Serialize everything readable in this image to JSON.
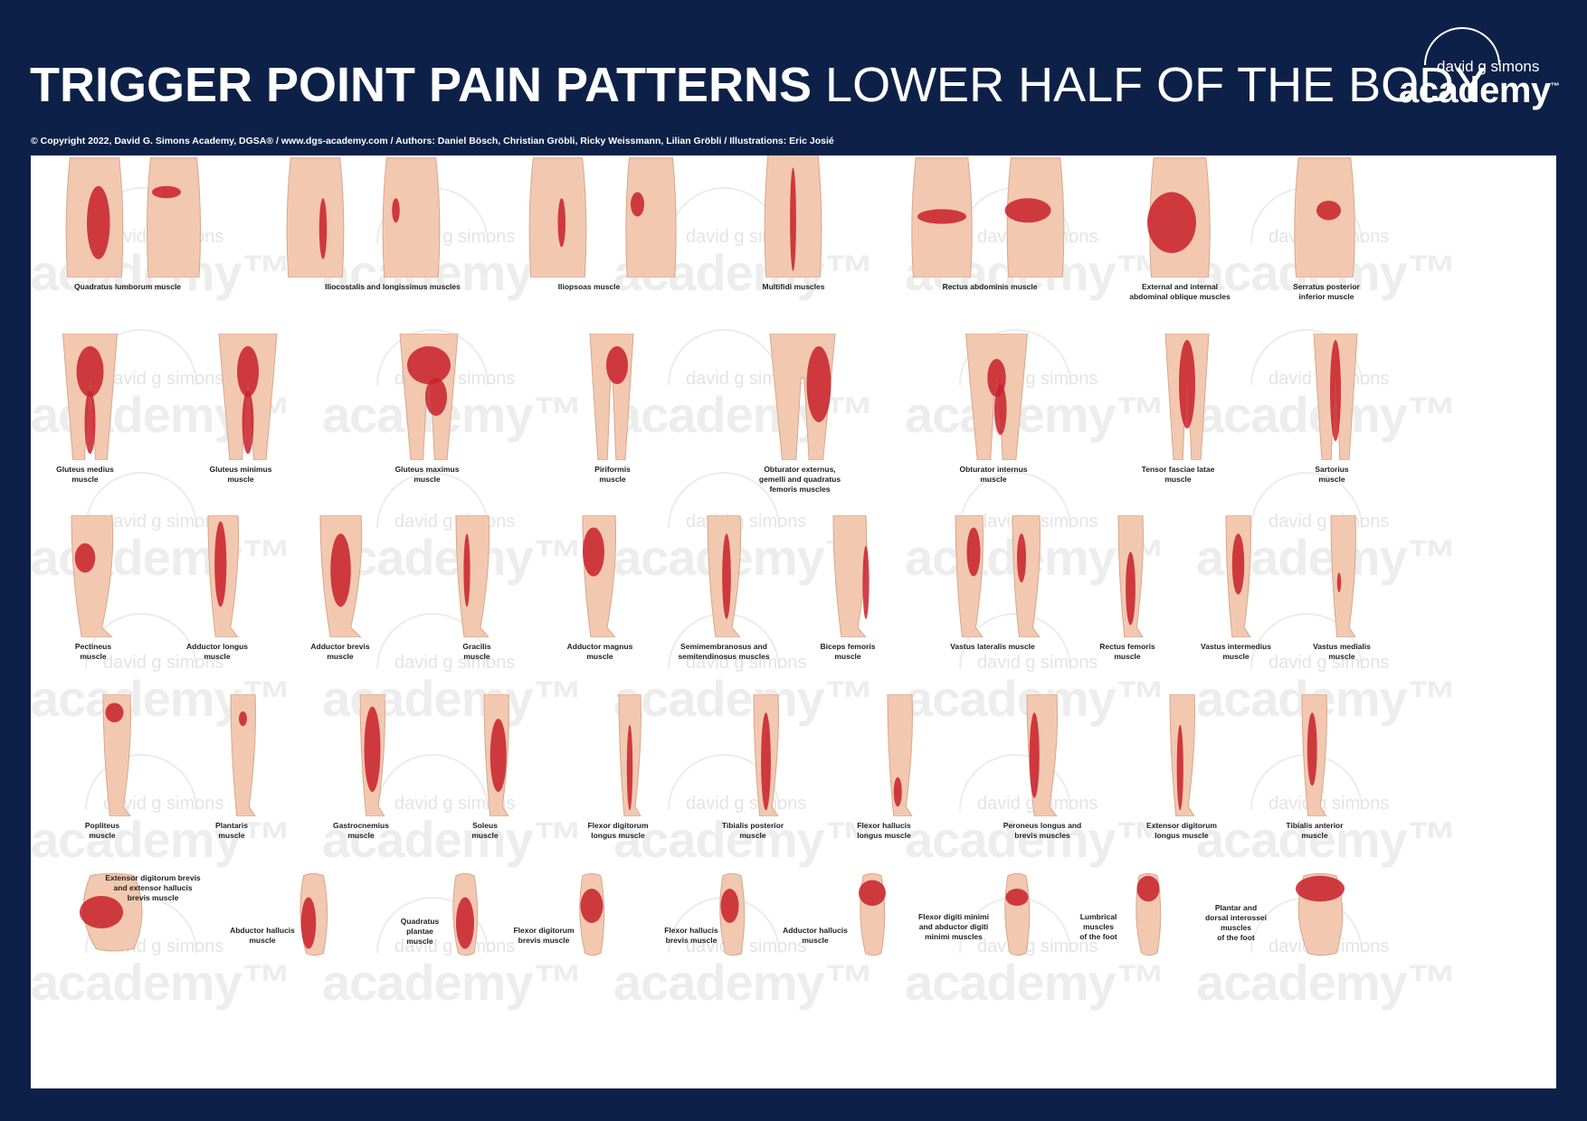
{
  "header": {
    "title_bold": "TRIGGER POINT PAIN PATTERNS",
    "title_light": "LOWER HALF OF THE BODY",
    "copyright": "© Copyright 2022, David G. Simons Academy, DGSA® / www.dgs-academy.com / Authors: Daniel Bösch, Christian Gröbli, Ricky Weissmann, Lilian Gröbli / Illustrations: Eric Josié"
  },
  "logo": {
    "top": "david g simons",
    "main": "academy",
    "tm": "™"
  },
  "watermark": {
    "top": "david g simons",
    "main": "academy",
    "tm": "™"
  },
  "colors": {
    "background": "#0d2148",
    "skin": "#f2c8b0",
    "pain": "#c8202a"
  },
  "rows": [
    {
      "labels": [
        "Quadratus lumborum muscle",
        "Iliocostalis and longissimus muscles",
        "Iliopsoas muscle",
        "Multifidi muscles",
        "Rectus abdominis muscle",
        "External and internal\nabdominal oblique muscles",
        "Serratus posterior\ninferior muscle"
      ]
    },
    {
      "labels": [
        "Gluteus medius\nmuscle",
        "Gluteus minimus\nmuscle",
        "Gluteus maximus\nmuscle",
        "Piriformis\nmuscle",
        "Obturator externus,\ngemelli and quadratus\nfemoris muscles",
        "Obturator internus\nmuscle",
        "Tensor fasciae latae\nmuscle",
        "Sartorius\nmuscle"
      ]
    },
    {
      "labels": [
        "Pectineus\nmuscle",
        "Adductor longus\nmuscle",
        "Adductor brevis\nmuscle",
        "Gracilis\nmuscle",
        "Adductor magnus\nmuscle",
        "Semimembranosus and\nsemitendinosus muscles",
        "Biceps femoris\nmuscle",
        "Vastus lateralis muscle",
        "Rectus femoris\nmuscle",
        "Vastus intermedius\nmuscle",
        "Vastus medialis\nmuscle"
      ]
    },
    {
      "labels": [
        "Popliteus\nmuscle",
        "Plantaris\nmuscle",
        "Gastrocnemius\nmuscle",
        "Soleus\nmuscle",
        "Flexor digitorum\nlongus muscle",
        "Tibialis posterior\nmuscle",
        "Flexor hallucis\nlongus muscle",
        "Peroneus longus and\nbrevis muscles",
        "Extensor digitorum\nlongus muscle",
        "Tibialis anterior\nmuscle"
      ]
    },
    {
      "labels": [
        "Extensor digitorum brevis\nand extensor hallucis\nbrevis muscle",
        "Abductor hallucis\nmuscle",
        "Quadratus\nplantae\nmuscle",
        "Flexor digitorum\nbrevis muscle",
        "Flexor hallucis\nbrevis muscle",
        "Adductor hallucis\nmuscle",
        "Flexor digiti minimi\nand abductor digiti\nminimi muscles",
        "Lumbrical\nmuscles\nof the foot",
        "Plantar and\ndorsal interossei\nmuscles\nof the foot"
      ]
    }
  ]
}
